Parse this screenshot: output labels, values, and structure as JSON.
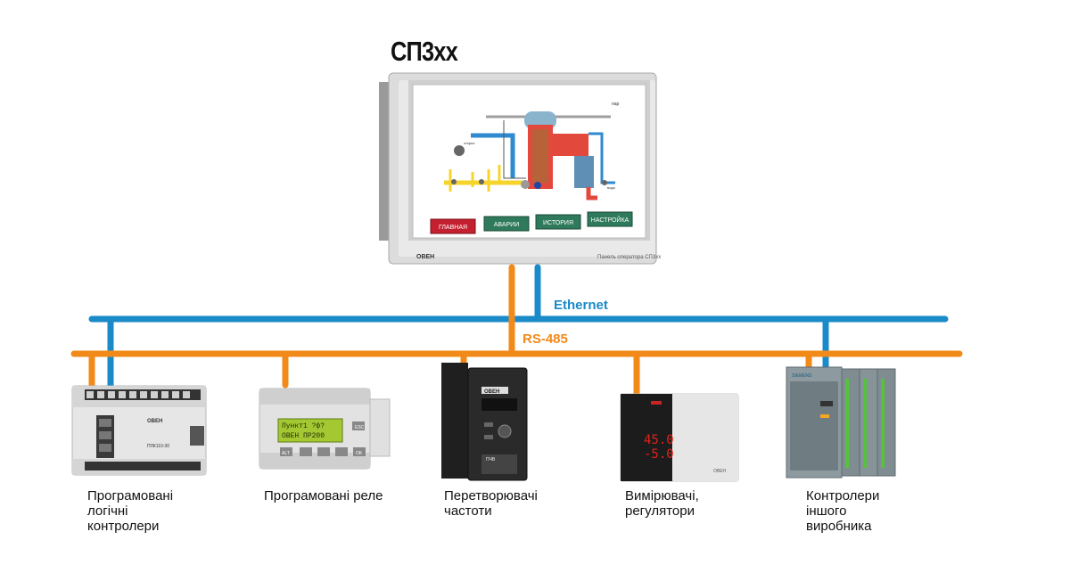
{
  "title": "СП3хх",
  "networks": {
    "ethernet": {
      "label": "Ethernet",
      "color": "#1a8ac9"
    },
    "rs485": {
      "label": "RS-485",
      "color": "#f28a1a"
    }
  },
  "hmi": {
    "brand": "ОВЕН",
    "caption": "Панель оператора СП3хх",
    "buttons": [
      "ГЛАВНАЯ",
      "АВАРИИ",
      "ИСТОРИЯ",
      "НАСТРОЙКА"
    ],
    "screen_labels": {
      "par": "пар",
      "voda": "вода",
      "otkrit": "открыт"
    }
  },
  "devices": [
    {
      "name": "plc",
      "label_lines": [
        "Програмовані",
        "логічні",
        "контролери"
      ],
      "model": "ПЛК110-30",
      "brand": "ОВЕН"
    },
    {
      "name": "relay",
      "label_lines": [
        "Програмовані реле"
      ],
      "lcd_lines": [
        "Пункт1 ?ф?",
        "ОВЕН ПР200"
      ],
      "keys": [
        "ESC",
        "ALT",
        "OK"
      ]
    },
    {
      "name": "vfd",
      "label_lines": [
        "Перетворювачі",
        "частоти"
      ],
      "brand": "ОВЕН",
      "model": "ПЧВ"
    },
    {
      "name": "meter",
      "label_lines": [
        "Вимірювачі,",
        "регулятори"
      ],
      "readings": [
        "45.0",
        "-5.0"
      ],
      "brand": "ОВЕН"
    },
    {
      "name": "third-party",
      "label_lines": [
        "Контролери",
        "іншого",
        "виробника"
      ],
      "brand": "SIEMENS"
    }
  ]
}
